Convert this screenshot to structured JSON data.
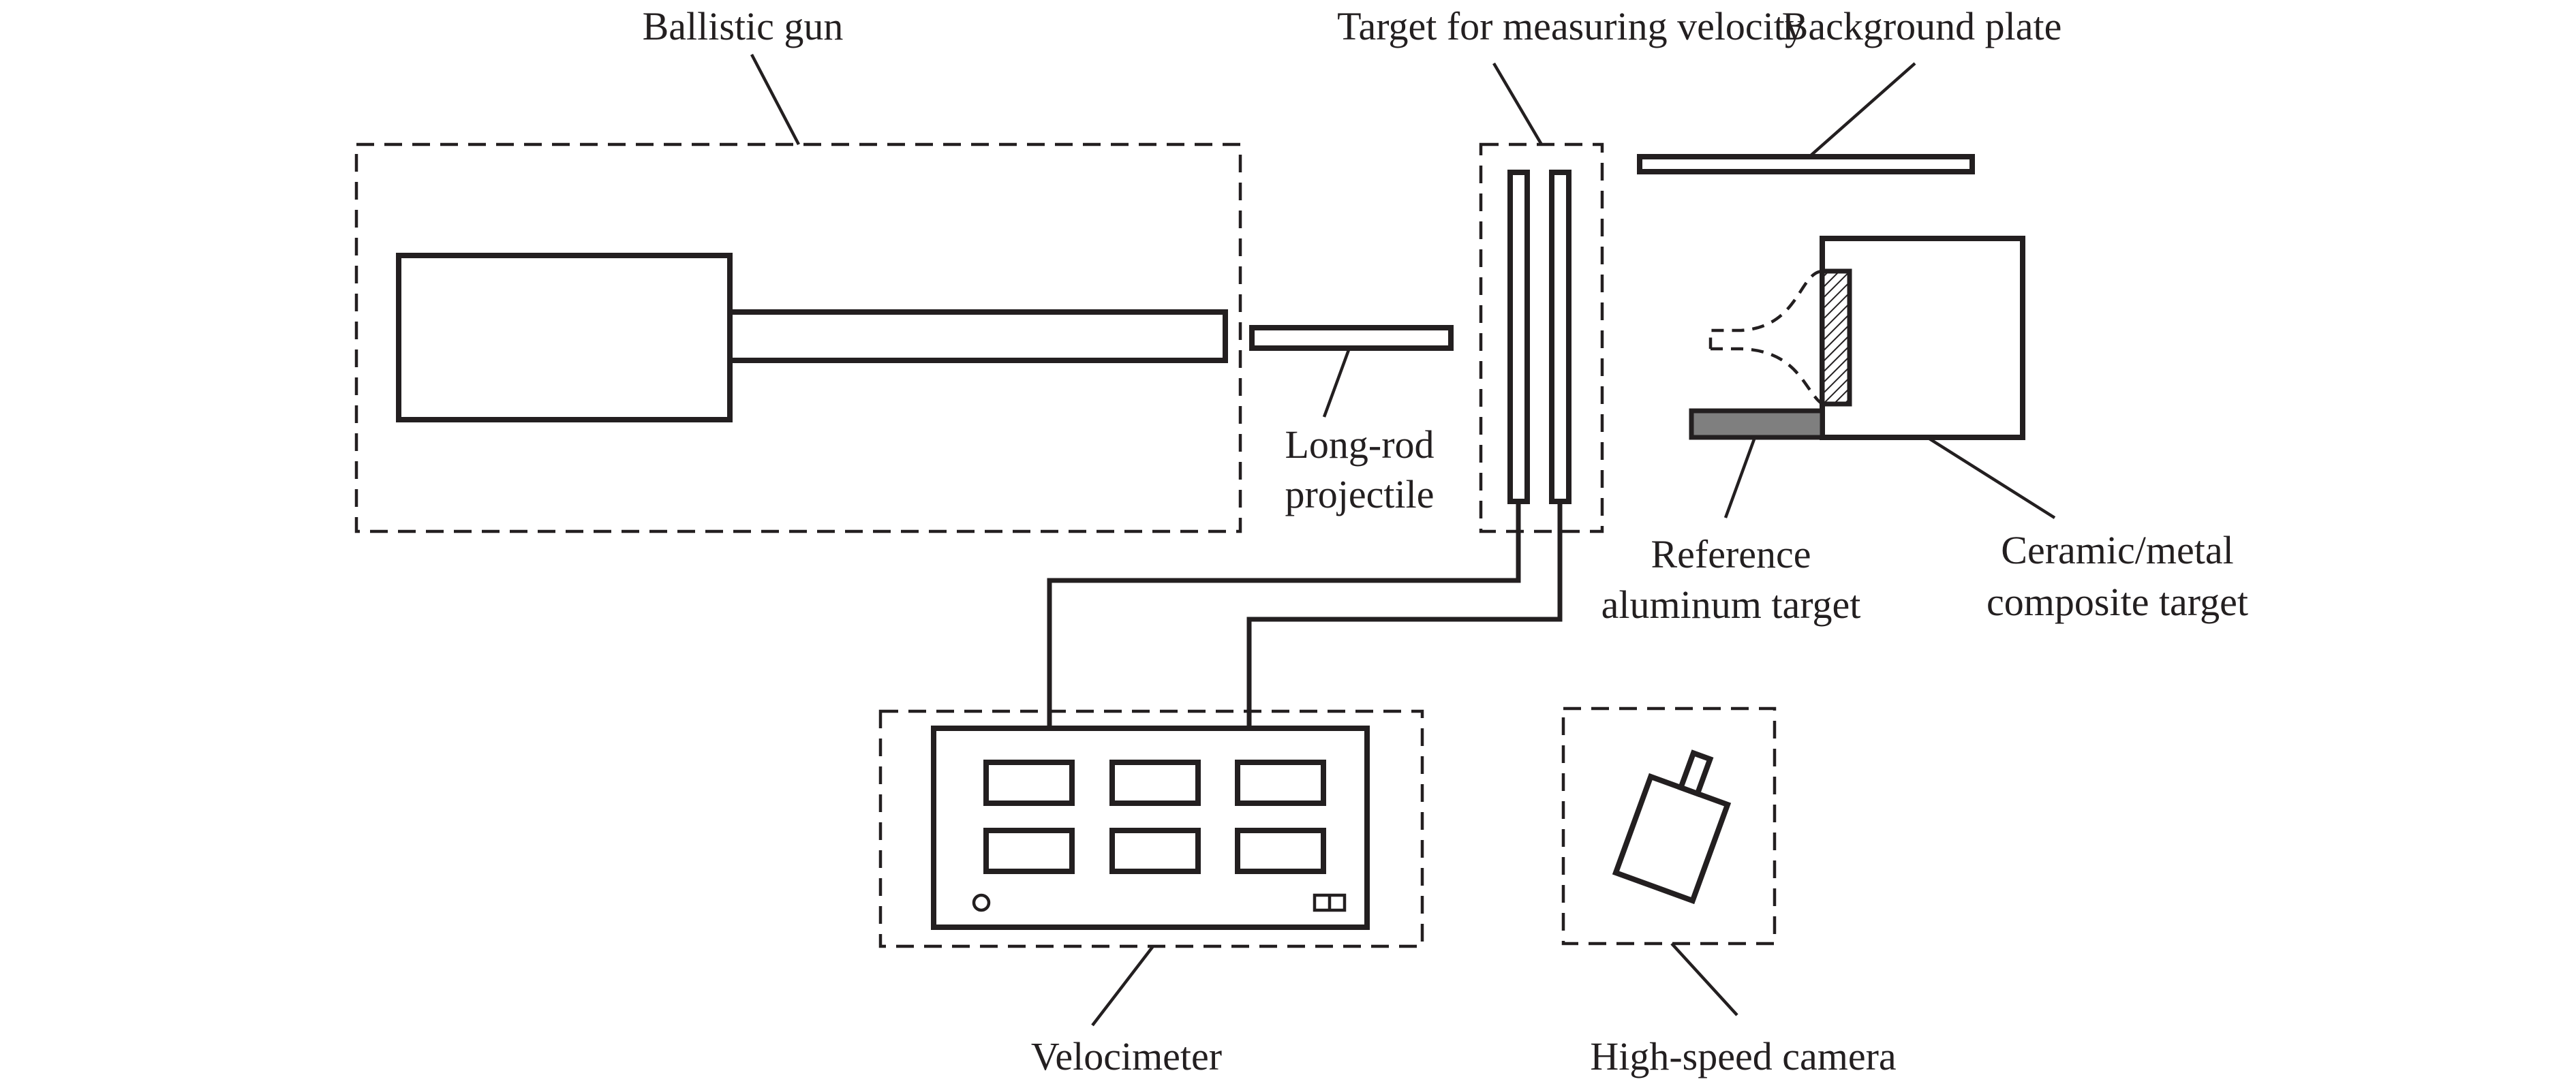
{
  "labels": {
    "ballistic_gun": "Ballistic gun",
    "velocity_target": "Target for measuring velocity",
    "background_plate": "Background plate",
    "projectile_line1": "Long-rod",
    "projectile_line2": "projectile",
    "reference_line1": "Reference",
    "reference_line2": "aluminum target",
    "composite_line1": "Ceramic/metal",
    "composite_line2": "composite target",
    "velocimeter": "Velocimeter",
    "camera": "High-speed camera"
  },
  "colors": {
    "line": "#231f20",
    "reference_fill": "#7f7f7f",
    "background": "#ffffff"
  },
  "icons": {
    "camera": "camera-icon",
    "velocimeter_knob": "knob-icon",
    "velocimeter_switch": "switch-icon"
  }
}
